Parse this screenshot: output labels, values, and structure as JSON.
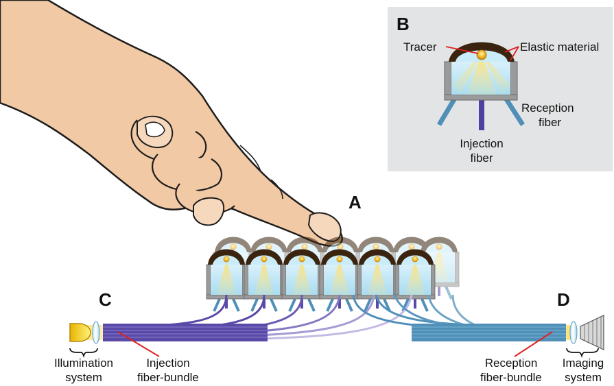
{
  "panels": {
    "a": "A",
    "b": "B",
    "c": "C",
    "d": "D"
  },
  "inset": {
    "tracer": "Tracer",
    "elastic_material": "Elastic material",
    "reception_fiber_l1": "Reception",
    "reception_fiber_l2": "fiber",
    "injection_fiber_l1": "Injection",
    "injection_fiber_l2": "fiber"
  },
  "bottom_labels": {
    "illumination_l1": "Illumination",
    "illumination_l2": "system",
    "injection_bundle_l1": "Injection",
    "injection_bundle_l2": "fiber-bundle",
    "reception_bundle_l1": "Reception",
    "reception_bundle_l2": "fiber-bundle",
    "imaging_l1": "Imaging",
    "imaging_l2": "system"
  },
  "colors": {
    "skin": "#f2c9a5",
    "skin_shadow": "#e0ad85",
    "elastic": "#3a2410",
    "gel": "#bfe6f5",
    "glow": "#f8d44a",
    "frame": "#9a9a9a",
    "injection_fiber": "#5a4aa8",
    "injection_fiber_light": "#a79bd4",
    "reception_fiber": "#4f8fb8",
    "inset_bg": "#e3e4e5",
    "pointer_line": "#e02020"
  }
}
